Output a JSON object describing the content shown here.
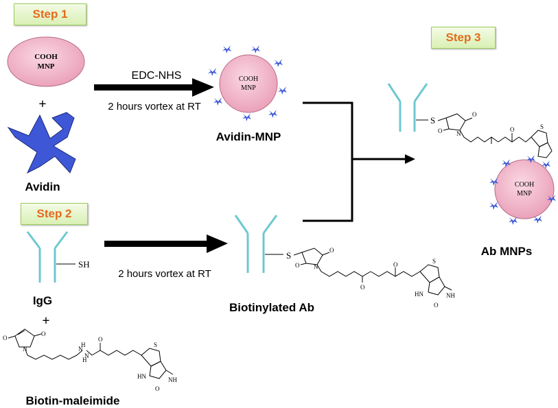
{
  "steps": {
    "step1": "Step 1",
    "step2": "Step 2",
    "step3": "Step 3"
  },
  "mnp": {
    "line1": "COOH",
    "line2": "MNP"
  },
  "labels": {
    "plus": "+",
    "avidin": "Avidin",
    "avidin_mnp": "Avidin-MNP",
    "igg": "IgG",
    "sh": "SH",
    "s": "S",
    "biotinylated_ab": "Biotinylated Ab",
    "biotin_maleimide": "Biotin-maleimide",
    "ab_mnps": "Ab MNPs"
  },
  "arrows": {
    "step1_top": "EDC-NHS",
    "step1_bottom": "2 hours vortex at RT",
    "step2_bottom": "2 hours vortex at RT"
  },
  "chem": {
    "o": "O",
    "n": "N",
    "s": "S",
    "h": "H",
    "hn": "HN",
    "nh": "NH"
  },
  "colors": {
    "mnp_fill": "#f2b8cb",
    "avidin_blue": "#3d57d6",
    "antibody_cyan": "#6cc8d0",
    "step_text": "#e46a1d"
  }
}
